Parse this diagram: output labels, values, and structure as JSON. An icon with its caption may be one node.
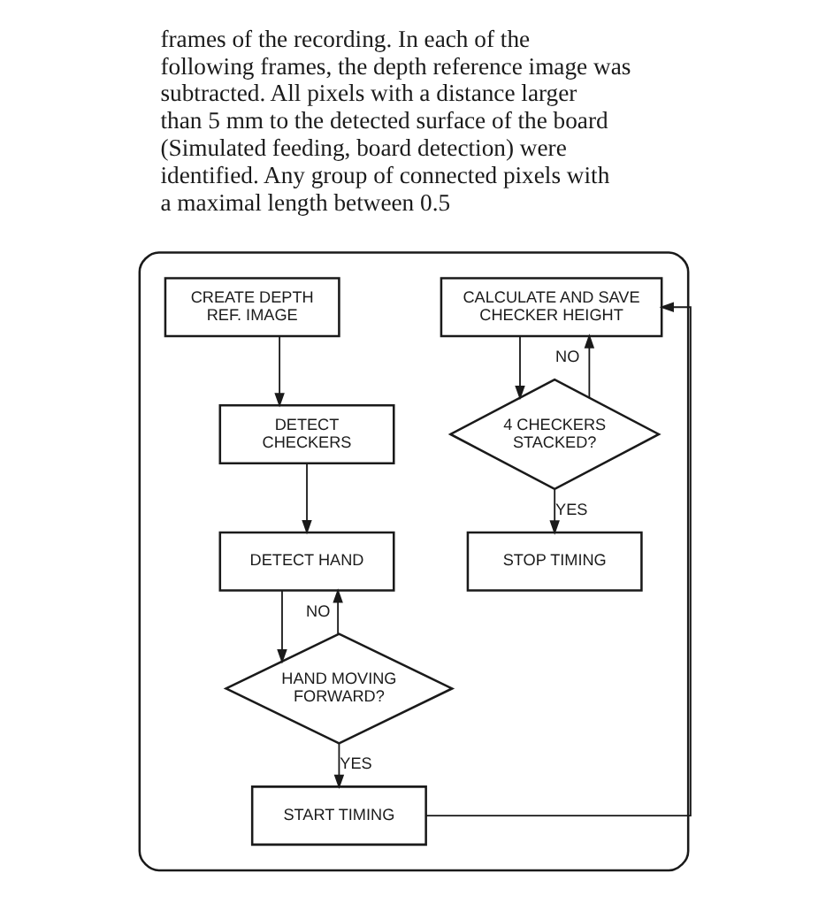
{
  "diagram": {
    "nodes": [
      {
        "text": [],
        "shape": "box"
      },
      {
        "text": [
          "CREATE DEPTH REF. IMAGE"
        ],
        "in": 0
      },
      {
        "text": [
          "DETECT CHECKERS"
        ],
        "in": 0
      },
      {
        "text": [
          "DETECT HAND"
        ],
        "in": 0
      },
      {
        "text": [
          "HAND MOVING FORWARD?"
        ],
        "in": 0
      },
      {
        "text": [
          "START TIMING"
        ],
        "in": 0
      },
      {
        "text": [
          "CALCULATE AND SAVE CHECKER HEIGHT"
        ],
        "in": 0
      },
      {
        "text": [
          "4 CHECKERS STACKED?"
        ],
        "in": 0
      },
      {
        "text": [
          "STOP TIMING"
        ],
        "in": 0
      }
    ],
    "edges": [
      {
        "from": 1,
        "to": 2,
        "arrow": "to"
      },
      {
        "from": 2,
        "to": 3,
        "arrow": "to"
      },
      {
        "from": 3,
        "to": 4,
        "arrow": "to"
      },
      {
        "from": 4,
        "to": 3,
        "arrow": "to",
        "label": "NO"
      },
      {
        "from": 4,
        "to": 5,
        "arrow": "to",
        "label": "YES"
      },
      {
        "from": 5,
        "to": 6,
        "arrow": "to"
      },
      {
        "from": 6,
        "to": 7,
        "arrow": "to"
      },
      {
        "from": 7,
        "to": 6,
        "arrow": "to",
        "label": "NO"
      },
      {
        "from": 7,
        "to": 8,
        "arrow": "to",
        "label": "YES"
      }
    ],
    "labels": [
      "frames of the recording. In each of the following frames, the depth reference image was subtracted. All pixels with a distance larger than 5 mm to the detected surface of the board (Simulated feeding, board detection) were identified. Any group of connected pixels with a maximal length between 0.5"
    ]
  }
}
